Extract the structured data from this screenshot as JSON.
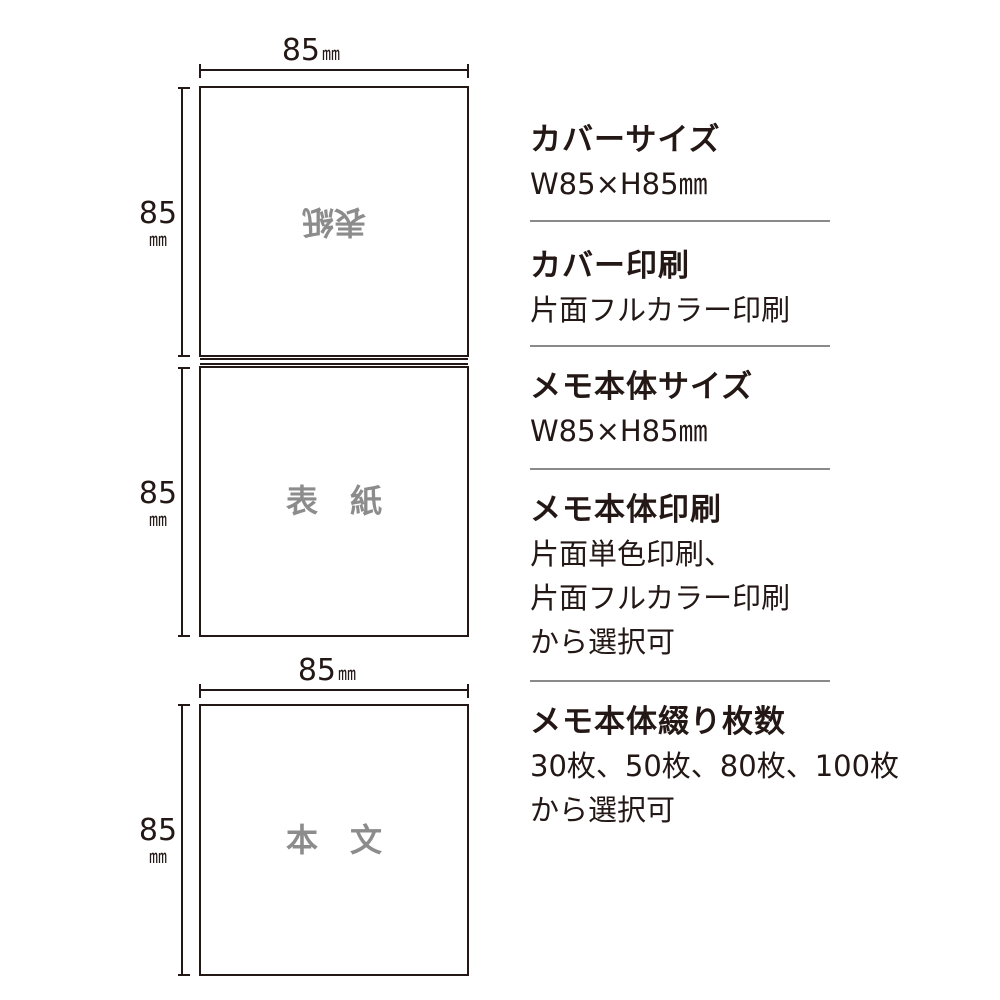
{
  "dimensions": {
    "top_width": "85",
    "cover_back_height": "85",
    "cover_front_height": "85",
    "body_width": "85",
    "body_height": "85",
    "unit": "㎜"
  },
  "panels": {
    "cover_back_label": "表紙",
    "cover_front_label": "表　紙",
    "body_label": "本　文"
  },
  "specs": [
    {
      "title": "カバーサイズ",
      "lines": [
        "W85×H85㎜"
      ]
    },
    {
      "title": "カバー印刷",
      "lines": [
        "片面フルカラー印刷"
      ]
    },
    {
      "title": "メモ本体サイズ",
      "lines": [
        "W85×H85㎜"
      ]
    },
    {
      "title": "メモ本体印刷",
      "lines": [
        "片面単色印刷、",
        "片面フルカラー印刷",
        "から選択可"
      ]
    },
    {
      "title": "メモ本体綴り枚数",
      "lines": [
        "30枚、50枚、80枚、100枚",
        "から選択可"
      ]
    }
  ]
}
